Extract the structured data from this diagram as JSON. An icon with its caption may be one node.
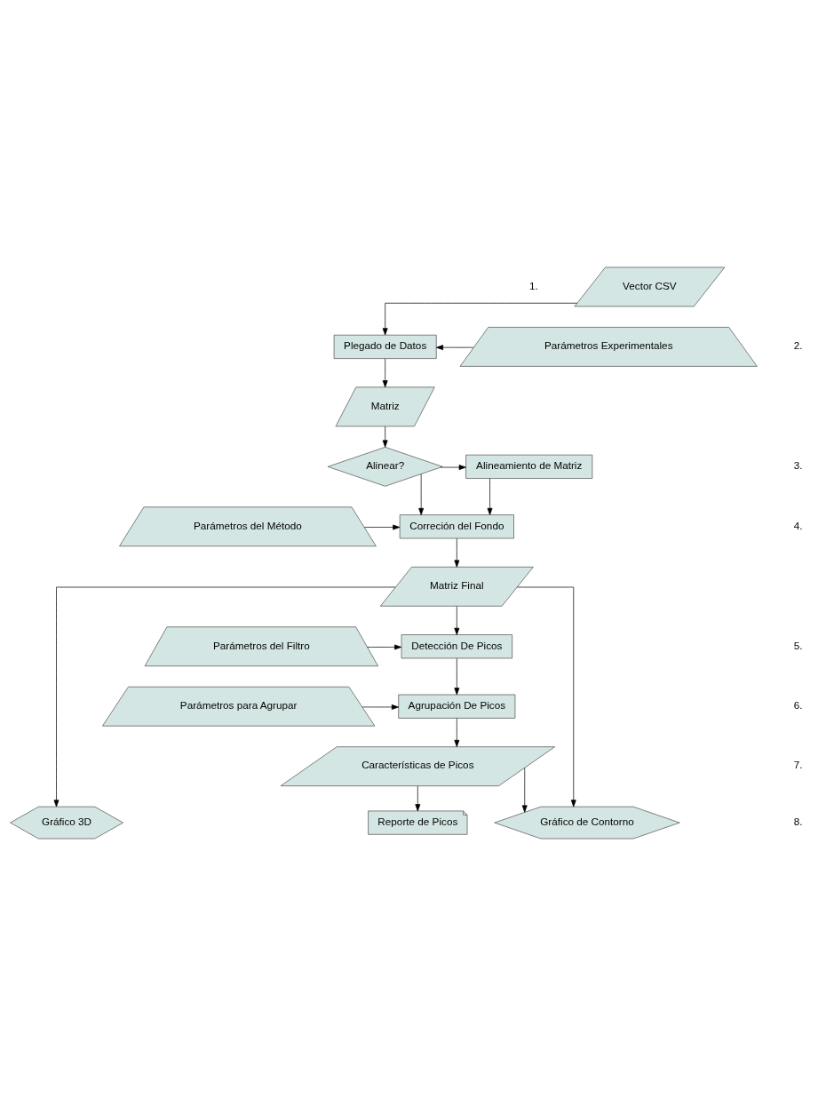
{
  "diagram": {
    "nodes": [
      {
        "text": [
          "Vector CSV"
        ]
      },
      {
        "text": [
          "Parámetros Experimentales"
        ]
      },
      {
        "text": [
          "Plegado de Datos"
        ]
      },
      {
        "text": [
          "Matriz"
        ]
      },
      {
        "text": [
          "Alineamiento de Matriz"
        ]
      },
      {
        "text": [
          "Alinear?"
        ]
      },
      {
        "text": [
          "Correción del Fondo"
        ]
      },
      {
        "text": [
          "Parámetros del Método"
        ]
      },
      {
        "text": [
          "Matriz Final"
        ]
      },
      {
        "text": [
          "Detección De Picos"
        ]
      },
      {
        "text": [
          "Parámetros del Filtro"
        ]
      },
      {
        "text": [
          "Agrupación De Picos"
        ]
      },
      {
        "text": [
          "Parámetros para Agrupar"
        ]
      },
      {
        "text": [
          "Características de Picos"
        ]
      },
      {
        "text": [
          "Gráfico 3D"
        ]
      },
      {
        "text": [
          "Gráfico de Contorno"
        ]
      },
      {
        "text": [
          "Reporte de Picos"
        ]
      }
    ],
    "edges": [
      {
        "from": 0,
        "to": 2,
        "arrow": "to"
      },
      {
        "from": 1,
        "to": 2,
        "arrow": "to"
      },
      {
        "from": 2,
        "to": 3,
        "arrow": "to"
      },
      {
        "from": 3,
        "to": 5,
        "arrow": "to"
      },
      {
        "from": 5,
        "to": 4,
        "arrow": "to"
      },
      {
        "from": 5,
        "to": 6,
        "arrow": "to"
      },
      {
        "from": 4,
        "to": 6,
        "arrow": "to"
      },
      {
        "from": 7,
        "to": 6,
        "arrow": "to"
      },
      {
        "from": 6,
        "to": 8,
        "arrow": "to"
      },
      {
        "from": 8,
        "to": 9,
        "arrow": "to"
      },
      {
        "from": 10,
        "to": 9,
        "arrow": "to"
      },
      {
        "from": 9,
        "to": 11,
        "arrow": "to"
      },
      {
        "from": 12,
        "to": 11,
        "arrow": "to"
      },
      {
        "from": 11,
        "to": 13,
        "arrow": "to"
      },
      {
        "from": 13,
        "to": 15,
        "arrow": "to"
      },
      {
        "from": 13,
        "to": 16,
        "arrow": "to"
      },
      {
        "from": 8,
        "to": 14,
        "arrow": "to"
      },
      {
        "from": 8,
        "to": 15,
        "arrow": "to"
      }
    ],
    "labels": [
      "1.",
      "2.",
      "3.",
      "4.",
      "5.",
      "6.",
      "7.",
      "8."
    ]
  }
}
